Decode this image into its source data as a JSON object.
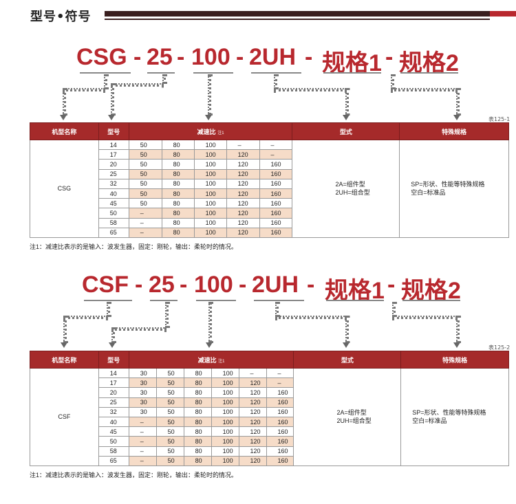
{
  "page": {
    "title": "型号•符号"
  },
  "sections": [
    {
      "code": {
        "model": "CSG",
        "size": "25",
        "ratio": "100",
        "type": "2UH",
        "spec1": "规格1",
        "spec2": "规格2",
        "sep": "-"
      },
      "table_no": "表125-1",
      "headers": {
        "model": "机型名称",
        "size": "型号",
        "ratio": "减速比",
        "ratio_note": "注1",
        "type": "型式",
        "special": "特殊规格"
      },
      "model_name": "CSG",
      "type_text": [
        "2A=组件型",
        "2UH=组合型"
      ],
      "special_text": [
        "SP=形状、性能等特殊规格",
        "空白=标准品"
      ],
      "rows": [
        [
          "14",
          "50",
          "80",
          "100",
          "–",
          "–"
        ],
        [
          "17",
          "50",
          "80",
          "100",
          "120",
          "–"
        ],
        [
          "20",
          "50",
          "80",
          "100",
          "120",
          "160"
        ],
        [
          "25",
          "50",
          "80",
          "100",
          "120",
          "160"
        ],
        [
          "32",
          "50",
          "80",
          "100",
          "120",
          "160"
        ],
        [
          "40",
          "50",
          "80",
          "100",
          "120",
          "160"
        ],
        [
          "45",
          "50",
          "80",
          "100",
          "120",
          "160"
        ],
        [
          "50",
          "–",
          "80",
          "100",
          "120",
          "160"
        ],
        [
          "58",
          "–",
          "80",
          "100",
          "120",
          "160"
        ],
        [
          "65",
          "–",
          "80",
          "100",
          "120",
          "160"
        ]
      ],
      "note": "注1：减速比表示的是输入：波发生器，固定：刚轮，输出：柔轮时的情况。"
    },
    {
      "code": {
        "model": "CSF",
        "size": "25",
        "ratio": "100",
        "type": "2UH",
        "spec1": "规格1",
        "spec2": "规格2",
        "sep": "-"
      },
      "table_no": "表125-2",
      "headers": {
        "model": "机型名称",
        "size": "型号",
        "ratio": "减速比",
        "ratio_note": "注1",
        "type": "型式",
        "special": "特殊规格"
      },
      "model_name": "CSF",
      "type_text": [
        "2A=组件型",
        "2UH=组合型"
      ],
      "special_text": [
        "SP=形状、性能等特殊规格",
        "空白=标准品"
      ],
      "rows": [
        [
          "14",
          "30",
          "50",
          "80",
          "100",
          "–",
          "–"
        ],
        [
          "17",
          "30",
          "50",
          "80",
          "100",
          "120",
          "–"
        ],
        [
          "20",
          "30",
          "50",
          "80",
          "100",
          "120",
          "160"
        ],
        [
          "25",
          "30",
          "50",
          "80",
          "100",
          "120",
          "160"
        ],
        [
          "32",
          "30",
          "50",
          "80",
          "100",
          "120",
          "160"
        ],
        [
          "40",
          "–",
          "50",
          "80",
          "100",
          "120",
          "160"
        ],
        [
          "45",
          "–",
          "50",
          "80",
          "100",
          "120",
          "160"
        ],
        [
          "50",
          "–",
          "50",
          "80",
          "100",
          "120",
          "160"
        ],
        [
          "58",
          "–",
          "50",
          "80",
          "100",
          "120",
          "160"
        ],
        [
          "65",
          "–",
          "50",
          "80",
          "100",
          "120",
          "160"
        ]
      ],
      "note": "注1：减速比表示的是输入：波发生器，固定：刚轮，输出：柔轮时的情况。"
    }
  ]
}
